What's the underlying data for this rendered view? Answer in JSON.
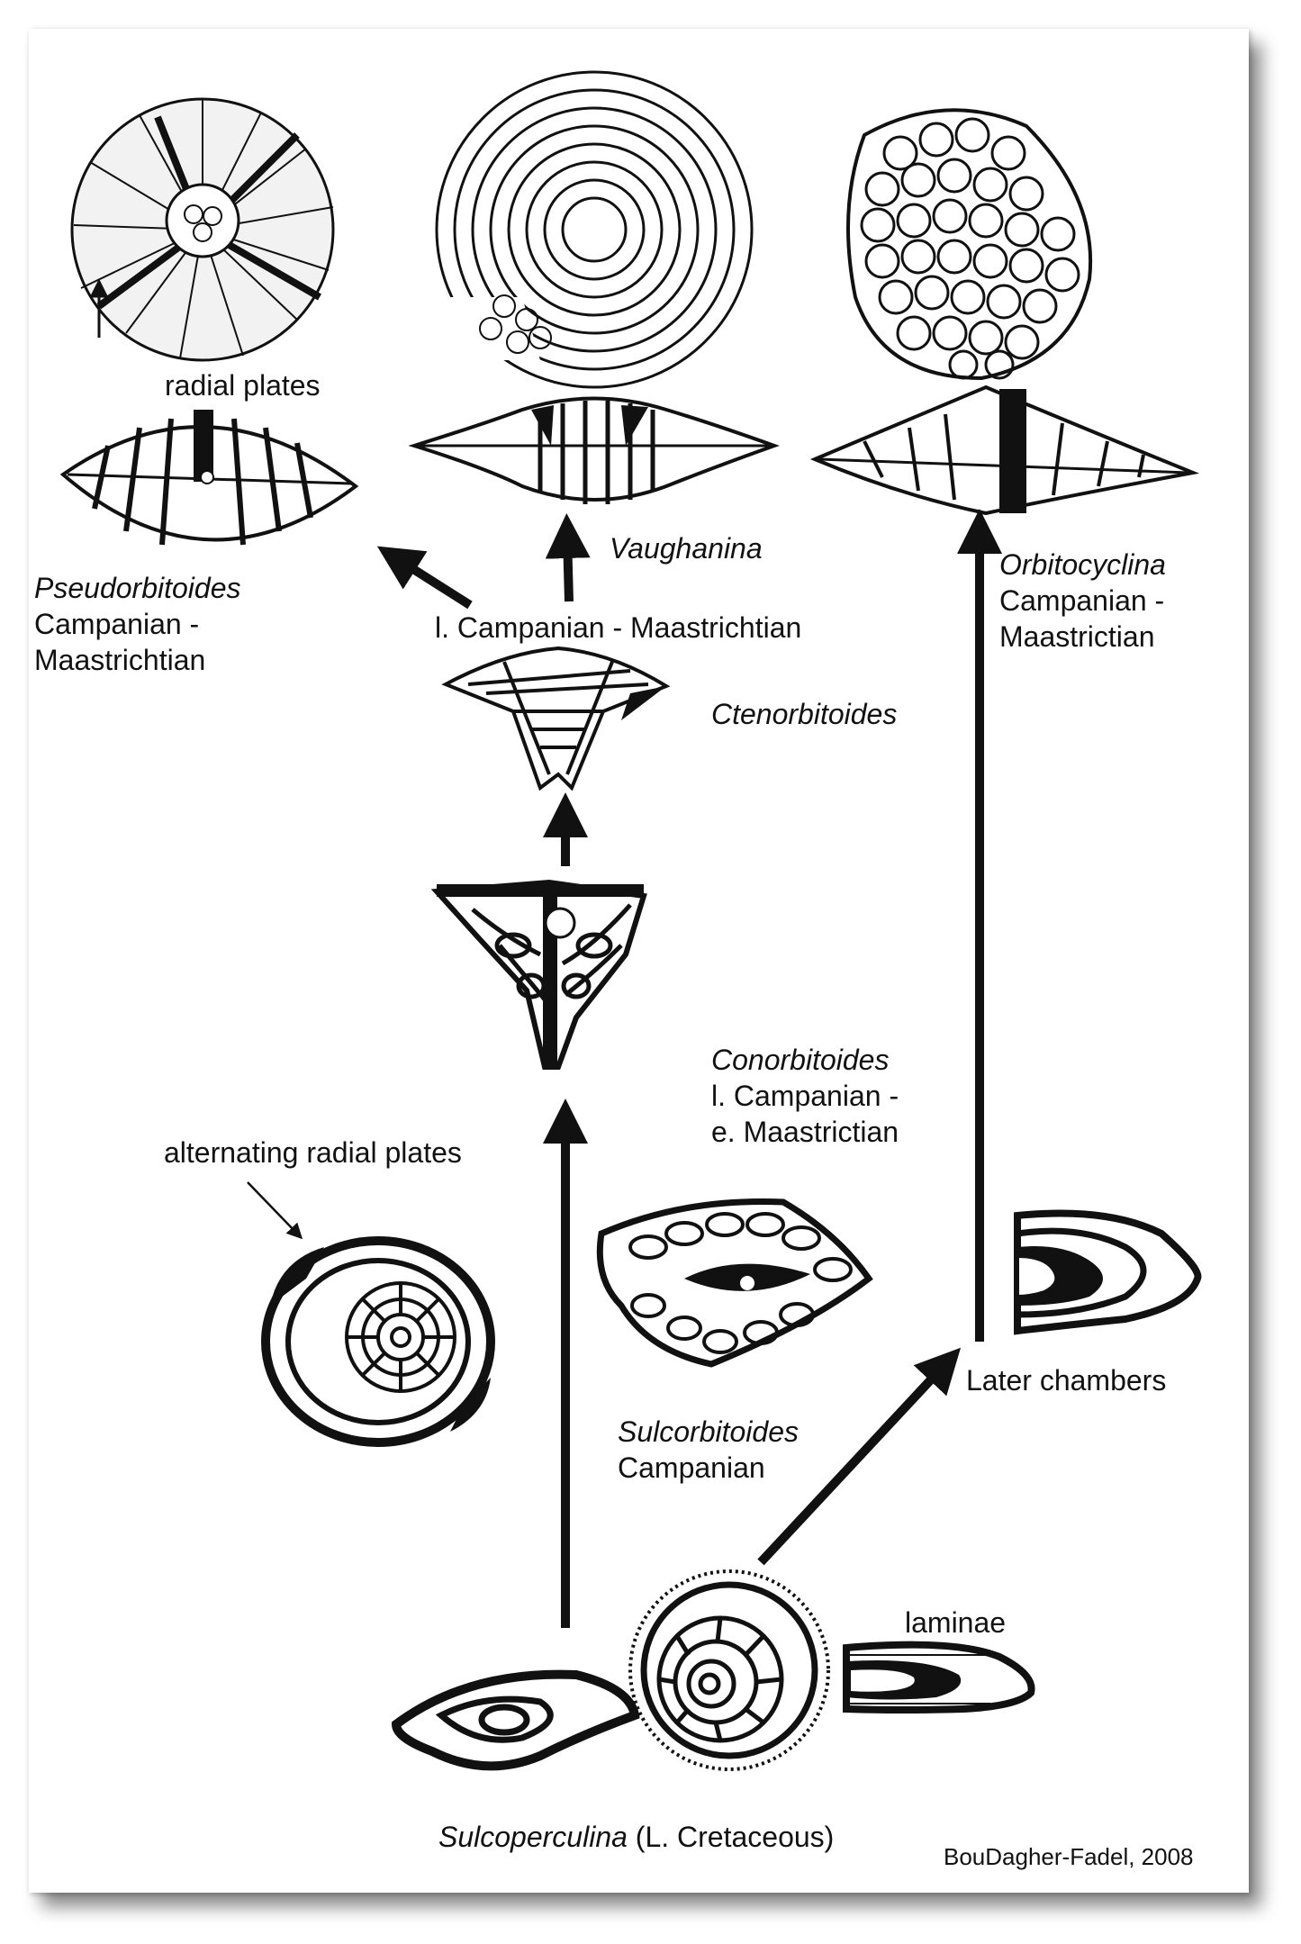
{
  "labels": {
    "radial_plates": "radial plates",
    "pseudorbitoides_genus": "Pseudorbitoides",
    "pseudorbitoides_age1": "Campanian -",
    "pseudorbitoides_age2": "Maastrichtian",
    "vaughanina_genus": "Vaughanina",
    "center_age": "l. Campanian - Maastrichtian",
    "ctenorbitoides_genus": "Ctenorbitoides",
    "orbitocyclina_genus": "Orbitocyclina",
    "orbitocyclina_age1": "Campanian -",
    "orbitocyclina_age2": "Maastrictian",
    "conorbitoides_genus": "Conorbitoides",
    "conorbitoides_age1": "l. Campanian -",
    "conorbitoides_age2": "e. Maastrictian",
    "alternating_radial_plates": "alternating radial plates",
    "sulcorbitoides_genus": "Sulcorbitoides",
    "sulcorbitoides_age": "Campanian",
    "later_chambers": "Later chambers",
    "laminae": "laminae",
    "sulcoperculina_genus": "Sulcoperculina",
    "sulcoperculina_age": "(L. Cretaceous)",
    "credit": "BouDagher-Fadel, 2008"
  }
}
